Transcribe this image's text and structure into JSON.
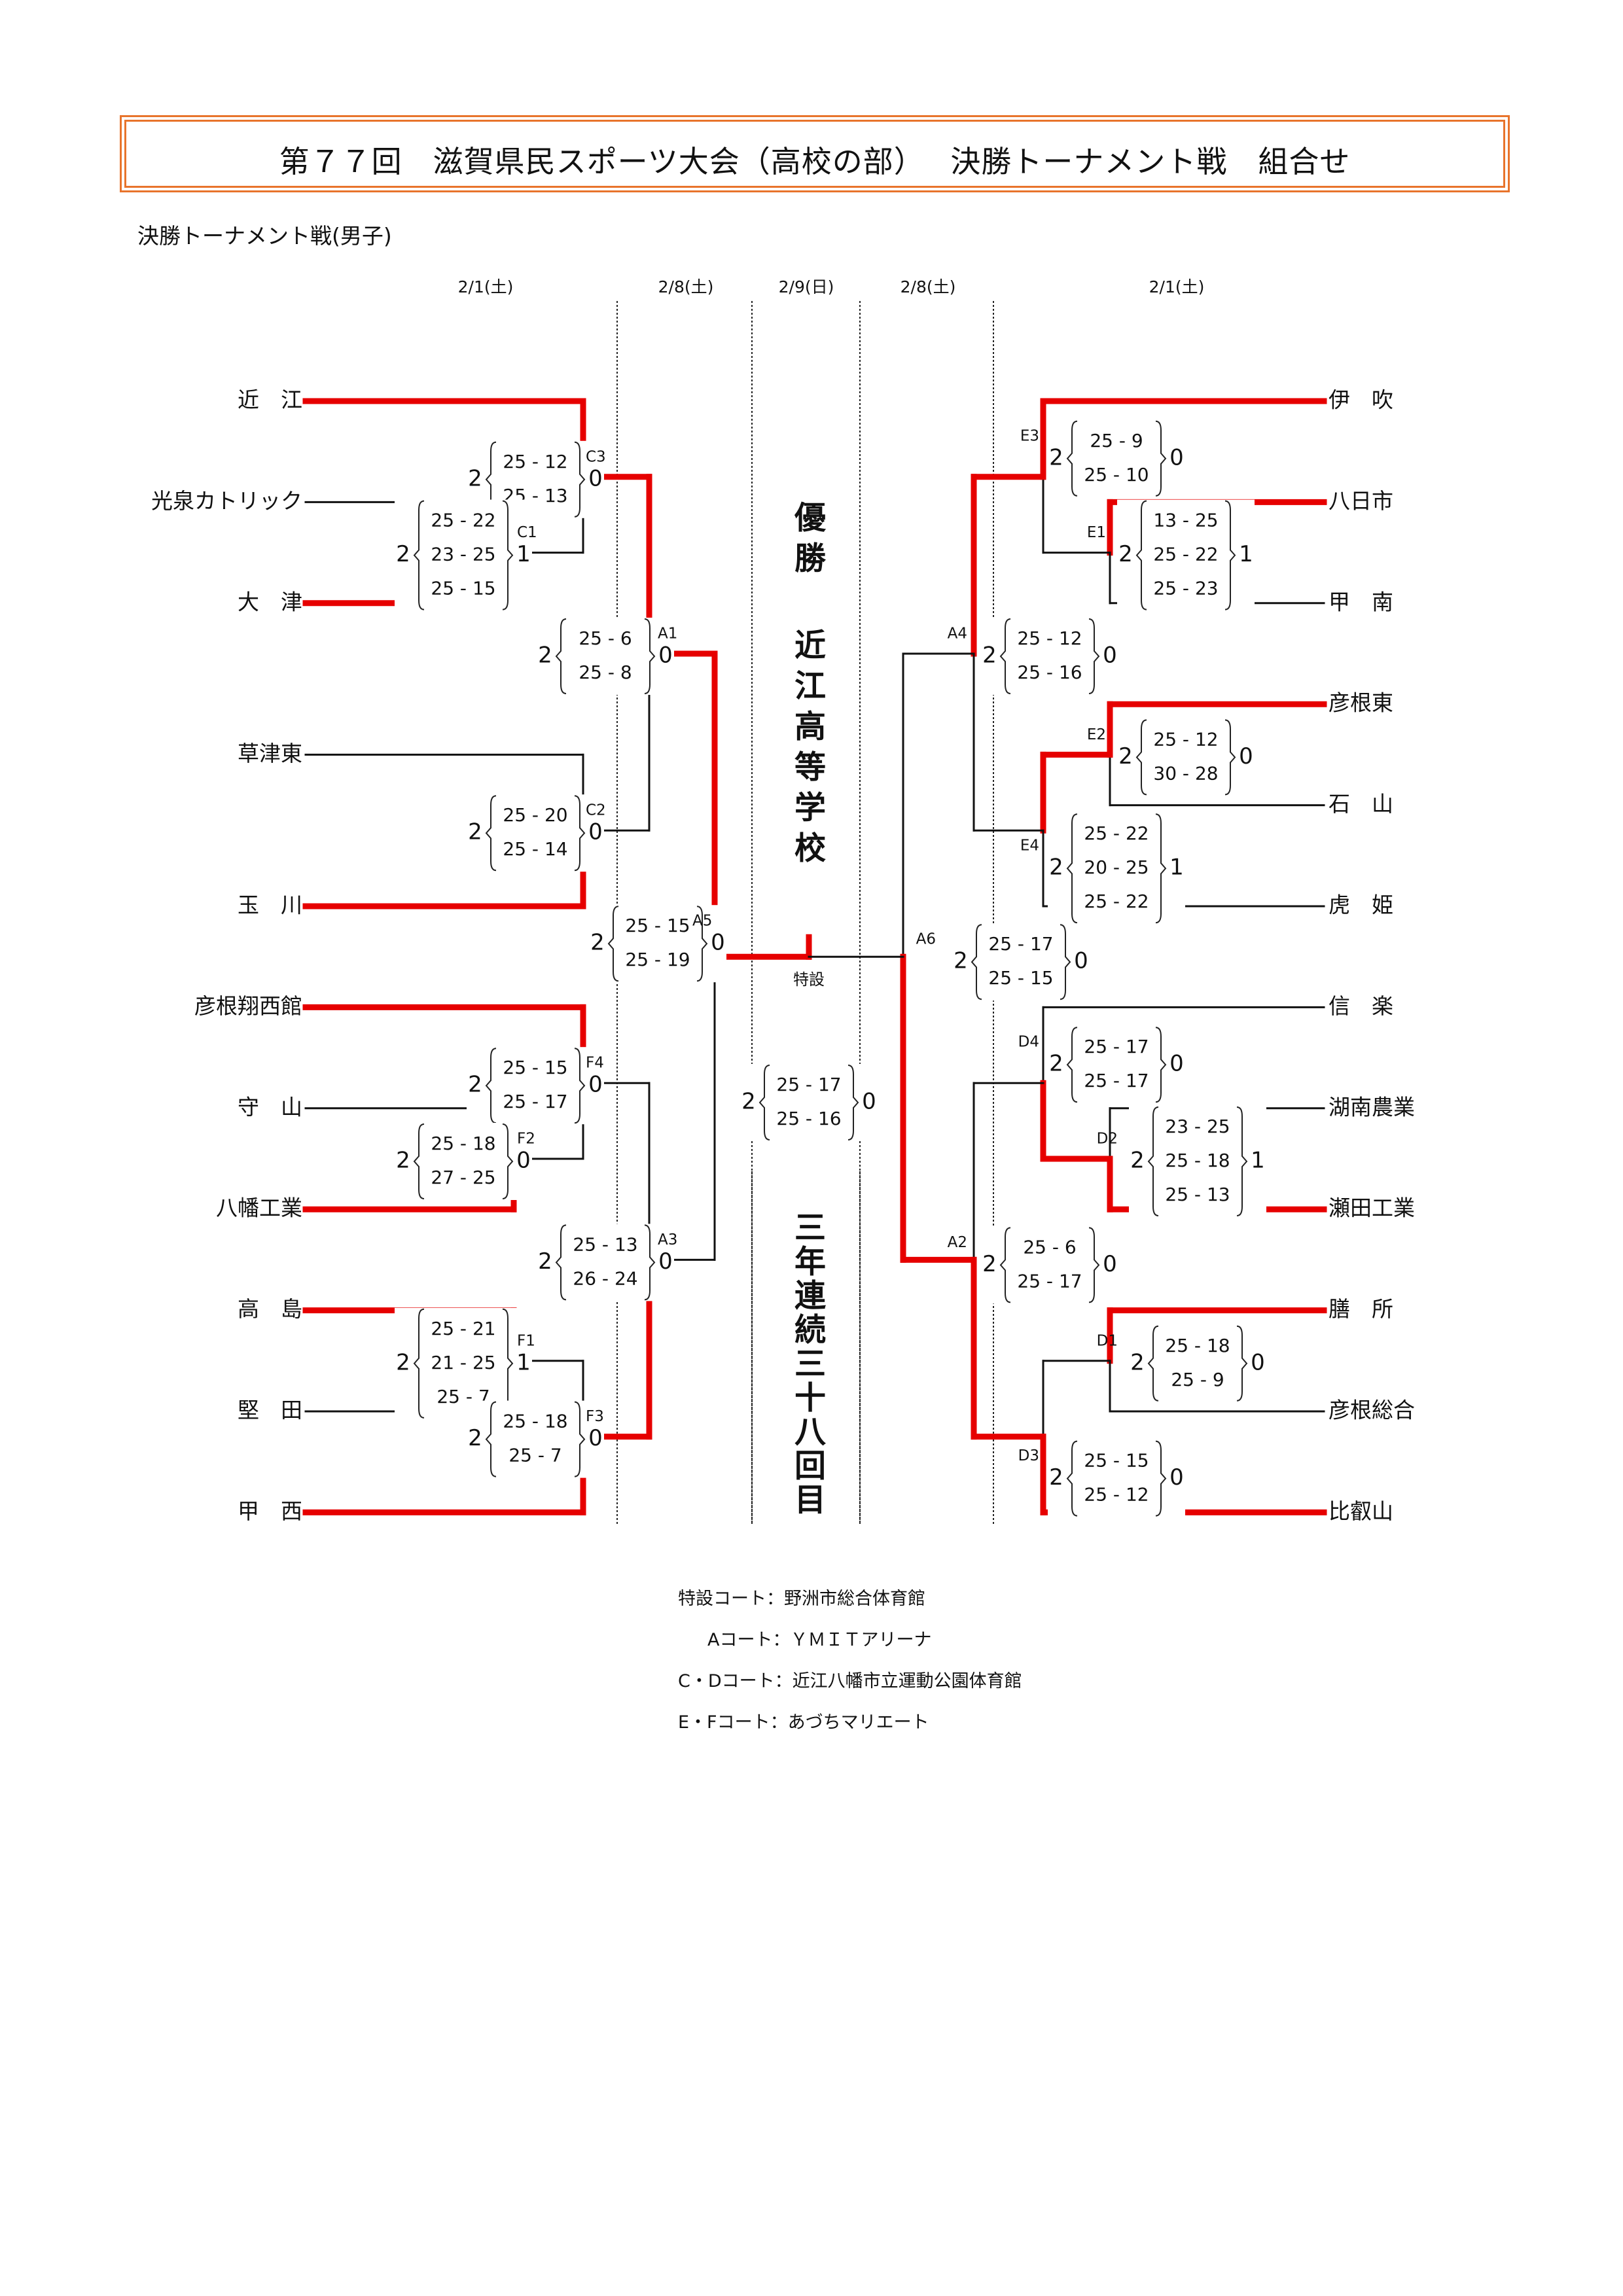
{
  "title": "第７７回　滋賀県民スポーツ大会（高校の部）　 決勝トーナメント戦　組合せ",
  "subtitle": "決勝トーナメント戦(男子)",
  "colors": {
    "winner_line": "#e60000",
    "line": "#111111",
    "title_border": "#e8742c"
  },
  "dates": [
    {
      "label": "2/1(土)",
      "column": "left-round1"
    },
    {
      "label": "2/8(土)",
      "column": "left-semis"
    },
    {
      "label": "2/9(日)",
      "column": "final"
    },
    {
      "label": "2/8(土)",
      "column": "right-semis"
    },
    {
      "label": "2/1(土)",
      "column": "right-round1"
    }
  ],
  "champion": {
    "heading": "優勝",
    "name": "近江高等学校",
    "note": "三年連続三十八回目"
  },
  "final_court": "特設",
  "teams_left": [
    "近　江",
    "光泉カトリック",
    "大　津",
    "草津東",
    "玉　川",
    "彦根翔西館",
    "守　山",
    "八幡工業",
    "高　島",
    "堅　田",
    "甲　西"
  ],
  "teams_right": [
    "伊　吹",
    "八日市",
    "甲　南",
    "彦根東",
    "石　山",
    "虎　姫",
    "信　楽",
    "湖南農業",
    "瀬田工業",
    "膳　所",
    "彦根総合",
    "比叡山"
  ],
  "matches": [
    {
      "id": "C1",
      "winner_sets": "2",
      "loser_sets": "1",
      "sets": [
        "25 - 22",
        "23 - 25",
        "25 - 15"
      ],
      "winner": "大　津"
    },
    {
      "id": "C3",
      "winner_sets": "2",
      "loser_sets": "0",
      "sets": [
        "25 - 12",
        "25 - 13"
      ],
      "winner": "近　江"
    },
    {
      "id": "C2",
      "winner_sets": "2",
      "loser_sets": "0",
      "sets": [
        "25 - 20",
        "25 - 14"
      ],
      "winner": "玉　川"
    },
    {
      "id": "A1",
      "winner_sets": "2",
      "loser_sets": "0",
      "sets": [
        "25 - 6",
        "25 - 8"
      ],
      "winner": "近　江"
    },
    {
      "id": "F2",
      "winner_sets": "2",
      "loser_sets": "0",
      "sets": [
        "25 - 18",
        "27 - 25"
      ],
      "winner": "八幡工業"
    },
    {
      "id": "F4",
      "winner_sets": "2",
      "loser_sets": "0",
      "sets": [
        "25 - 15",
        "25 - 17"
      ],
      "winner": "彦根翔西館"
    },
    {
      "id": "F1",
      "winner_sets": "2",
      "loser_sets": "1",
      "sets": [
        "25 - 21",
        "21 - 25",
        "25 - 7"
      ],
      "winner": "高　島"
    },
    {
      "id": "F3",
      "winner_sets": "2",
      "loser_sets": "0",
      "sets": [
        "25 - 18",
        "25 - 7"
      ],
      "winner": "甲　西"
    },
    {
      "id": "A3",
      "winner_sets": "2",
      "loser_sets": "0",
      "sets": [
        "25 - 13",
        "26 - 24"
      ],
      "winner": "甲　西"
    },
    {
      "id": "A5",
      "winner_sets": "2",
      "loser_sets": "0",
      "sets": [
        "25 - 15",
        "25 - 19"
      ],
      "winner": "近　江"
    },
    {
      "id": "E1",
      "winner_sets": "2",
      "loser_sets": "1",
      "sets": [
        "13 - 25",
        "25 - 22",
        "25 - 23"
      ],
      "winner": "八日市"
    },
    {
      "id": "E3",
      "winner_sets": "2",
      "loser_sets": "0",
      "sets": [
        "25 - 9",
        "25 - 10"
      ],
      "winner": "伊　吹"
    },
    {
      "id": "E2",
      "winner_sets": "2",
      "loser_sets": "0",
      "sets": [
        "25 - 12",
        "30 - 28"
      ],
      "winner": "彦根東"
    },
    {
      "id": "E4",
      "winner_sets": "2",
      "loser_sets": "1",
      "sets": [
        "25 - 22",
        "20 - 25",
        "25 - 22"
      ],
      "winner": "彦根東"
    },
    {
      "id": "A4",
      "winner_sets": "2",
      "loser_sets": "0",
      "sets": [
        "25 - 12",
        "25 - 16"
      ],
      "winner": "伊　吹"
    },
    {
      "id": "D2",
      "winner_sets": "2",
      "loser_sets": "1",
      "sets": [
        "23 - 25",
        "25 - 18",
        "25 - 13"
      ],
      "winner": "瀬田工業"
    },
    {
      "id": "D4",
      "winner_sets": "2",
      "loser_sets": "0",
      "sets": [
        "25 - 17",
        "25 - 17"
      ],
      "winner": "瀬田工業"
    },
    {
      "id": "D1",
      "winner_sets": "2",
      "loser_sets": "0",
      "sets": [
        "25 - 18",
        "25 - 9"
      ],
      "winner": "膳　所"
    },
    {
      "id": "D3",
      "winner_sets": "2",
      "loser_sets": "0",
      "sets": [
        "25 - 15",
        "25 - 12"
      ],
      "winner": "比叡山"
    },
    {
      "id": "A2",
      "winner_sets": "2",
      "loser_sets": "0",
      "sets": [
        "25 - 6",
        "25 - 17"
      ],
      "winner": "比叡山"
    },
    {
      "id": "A6",
      "winner_sets": "2",
      "loser_sets": "0",
      "sets": [
        "25 - 17",
        "25 - 15"
      ],
      "winner": "比叡山"
    },
    {
      "id": "final",
      "winner_sets": "2",
      "loser_sets": "0",
      "sets": [
        "25 - 17",
        "25 - 16"
      ],
      "winner": "近　江"
    }
  ],
  "court_notes": [
    {
      "court": "特設コート",
      "venue": "野洲市総合体育館"
    },
    {
      "court": "Aコート",
      "venue": "ＹＭＩＴアリーナ"
    },
    {
      "court": "C・Dコート",
      "venue": "近江八幡市立運動公園体育館"
    },
    {
      "court": "E・Fコート",
      "venue": "あづちマリエート"
    }
  ]
}
